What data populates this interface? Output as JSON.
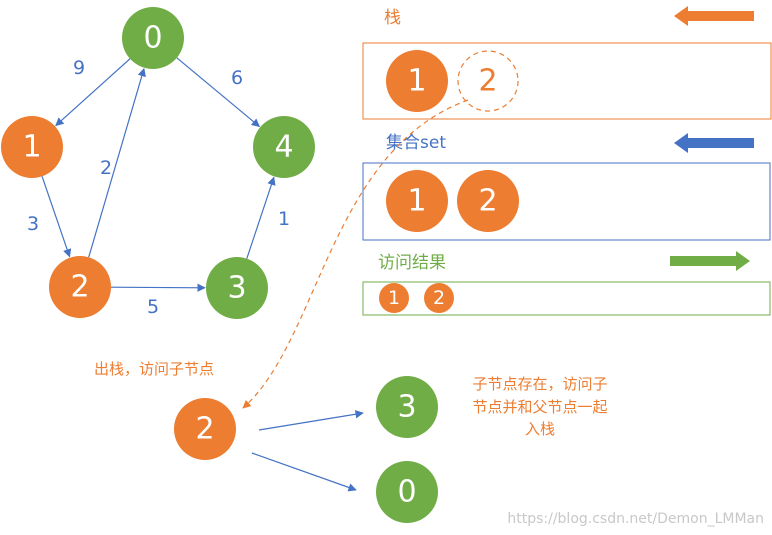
{
  "colors": {
    "orange": "#ED7D31",
    "green": "#70AD47",
    "blue": "#4472C4",
    "edge": "#4472C4",
    "watermark": "#C8C8C8"
  },
  "graph": {
    "nodes": [
      {
        "id": "0",
        "label": "0",
        "color": "green"
      },
      {
        "id": "1",
        "label": "1",
        "color": "orange"
      },
      {
        "id": "2",
        "label": "2",
        "color": "orange"
      },
      {
        "id": "3",
        "label": "3",
        "color": "green"
      },
      {
        "id": "4",
        "label": "4",
        "color": "green"
      }
    ],
    "edges": [
      {
        "from": "0",
        "to": "1",
        "weight": "9"
      },
      {
        "from": "0",
        "to": "4",
        "weight": "6"
      },
      {
        "from": "1",
        "to": "2",
        "weight": "3"
      },
      {
        "from": "2",
        "to": "0",
        "weight": "2"
      },
      {
        "from": "2",
        "to": "3",
        "weight": "5"
      },
      {
        "from": "3",
        "to": "4",
        "weight": "1"
      }
    ]
  },
  "stack": {
    "title": "栈",
    "items": [
      "1"
    ],
    "pending_item": "2"
  },
  "set": {
    "title": "集合set",
    "items": [
      "1",
      "2"
    ]
  },
  "visited": {
    "title": "访问结果",
    "items": [
      "1",
      "2"
    ]
  },
  "pop": {
    "caption": "出栈，访问子节点",
    "node": "2",
    "children": [
      "3",
      "0"
    ],
    "note_lines": [
      "子节点存在，访问子",
      "节点并和父节点一起",
      "入栈"
    ]
  },
  "watermark": "https://blog.csdn.net/Demon_LMMan"
}
